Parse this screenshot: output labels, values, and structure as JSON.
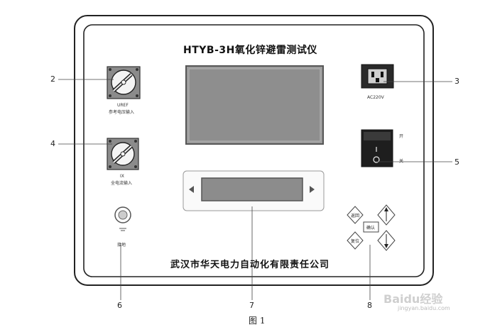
{
  "panel": {
    "title": "HTYB-3H氧化锌避雷测试仪",
    "manufacturer": "武汉市华天电力自动化有限责任公司"
  },
  "connectors": {
    "uref_label_line1": "UREF",
    "uref_label_line2": "参考电压输入",
    "ix_label_line1": "IX",
    "ix_label_line2": "全电流输入",
    "ground_label": "接地",
    "power_socket_label": "AC220V"
  },
  "power_switch": {
    "on_label": "开",
    "off_label": "关",
    "on_symbol": "I",
    "off_symbol": "O"
  },
  "keypad": {
    "back_label": "返回",
    "confirm_label": "确认",
    "reset_label": "复位"
  },
  "callouts": [
    "2",
    "3",
    "4",
    "5",
    "6",
    "7",
    "8"
  ],
  "caption": "图 1",
  "watermark": {
    "brand": "Baidu经验",
    "url": "jingyan.baidu.com"
  }
}
